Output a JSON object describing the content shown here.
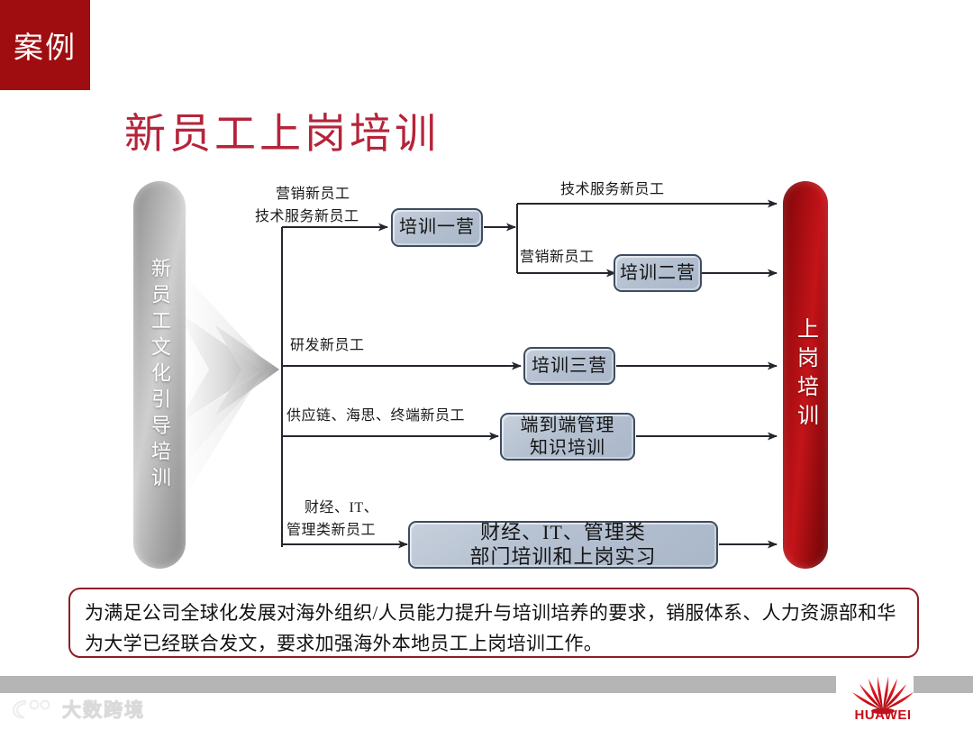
{
  "badge": {
    "label": "案例"
  },
  "title": "新员工上岗培训",
  "pillars": {
    "left": "新员工文化引导培训",
    "right": "上岗培训"
  },
  "boxes": [
    {
      "id": "camp1",
      "label": "培训一营"
    },
    {
      "id": "camp2",
      "label": "培训二营"
    },
    {
      "id": "camp3",
      "label": "培训三营"
    },
    {
      "id": "e2e",
      "label": "端到端管理\n知识培训"
    },
    {
      "id": "dept",
      "label": "财经、IT、管理类\n部门培训和上岗实习"
    }
  ],
  "box_labels": {
    "camp1": "培训一营",
    "camp2": "培训二营",
    "camp3": "培训三营",
    "e2e_line1": "端到端管理",
    "e2e_line2": "知识培训",
    "dept_line1": "财经、IT、管理类",
    "dept_line2": "部门培训和上岗实习"
  },
  "flow_labels": {
    "in_marketing": "营销新员工",
    "in_techservice": "技术服务新员工",
    "out_techservice": "技术服务新员工",
    "out_marketing": "营销新员工",
    "in_rd": "研发新员工",
    "in_supply": "供应链、海思、终端新员工",
    "in_finance_line1": "财经、IT、",
    "in_finance_line2": "管理类新员工"
  },
  "caption": "为满足公司全球化发展对海外组织/人员能力提升与培训培养的要求，销服体系、人力资源部和华为大学已经联合发文，要求加强海外本地员工上岗培训工作。",
  "footer": {
    "brand": "HUAWEI",
    "watermark": "大数跨境"
  },
  "colors": {
    "badge_red": "#a00d11",
    "title_red": "#b5243a",
    "pillar_red": "#a50d11",
    "box_fill": "#b4c0d0",
    "box_border": "#3d4d61",
    "caption_border": "#8f1d26",
    "footer_gray": "#b5b5b5",
    "huawei_red": "#c6101a"
  }
}
